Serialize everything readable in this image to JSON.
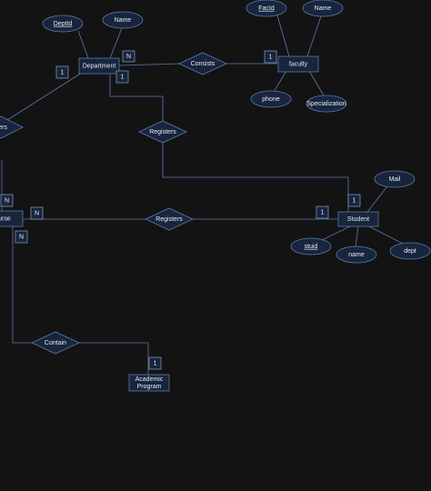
{
  "entities": {
    "department": "Department",
    "faculty": "faculty",
    "course": "ourse",
    "student": "Student",
    "academic_program_line1": "Academic",
    "academic_program_line2": "Program"
  },
  "relationships": {
    "consists": "Consists",
    "registers_dept_student": "Registers",
    "registers_course_student": "Registers",
    "contain": "Contain",
    "partial_left": "ers"
  },
  "attributes": {
    "dept_id": "DeptId",
    "dept_name": "Name",
    "fac_id": "FacId",
    "fac_name": "Name",
    "fac_phone": "phone",
    "fac_specialization": "Specialization",
    "stu_mail": "Mail",
    "stu_id": "stuid",
    "stu_name": "name",
    "stu_dept": "dept"
  },
  "cardinalities": {
    "dept_consists": "N",
    "faculty_consists": "1",
    "dept_left": "1",
    "dept_registers": "1",
    "course_top": "N",
    "course_registers": "N",
    "course_contain": "N",
    "student_registers_course": "1",
    "student_registers_dept": "1",
    "program_contain": "1"
  },
  "colors": {
    "background": "#131314",
    "shape_fill": "#17253d",
    "stroke": "#5b7aa6",
    "text": "#e6eaf2"
  }
}
